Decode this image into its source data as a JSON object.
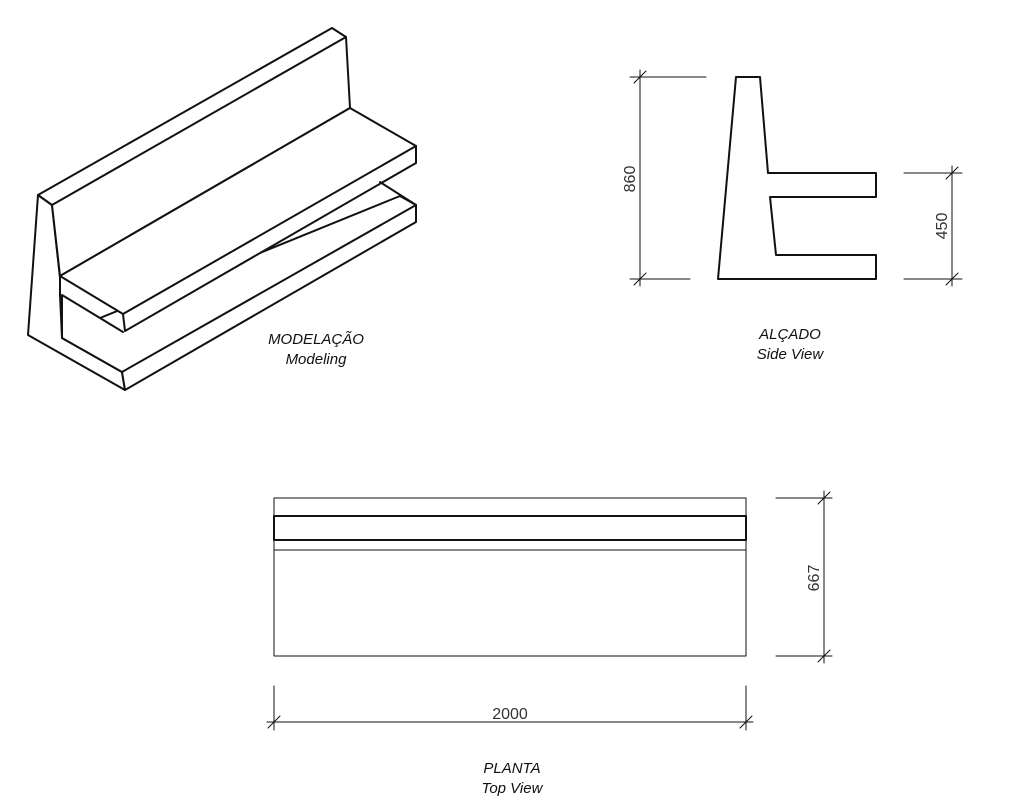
{
  "views": {
    "modeling": {
      "title": "MODELAÇÃO",
      "subtitle": "Modeling"
    },
    "side": {
      "title": "ALÇADO",
      "subtitle": "Side View"
    },
    "top": {
      "title": "PLANTA",
      "subtitle": "Top View"
    }
  },
  "dimensions": {
    "height": "860",
    "seat_height": "450",
    "depth": "667",
    "length": "2000"
  },
  "colors": {
    "line": "#111111",
    "dimension_text": "#333333",
    "background": "#ffffff"
  }
}
